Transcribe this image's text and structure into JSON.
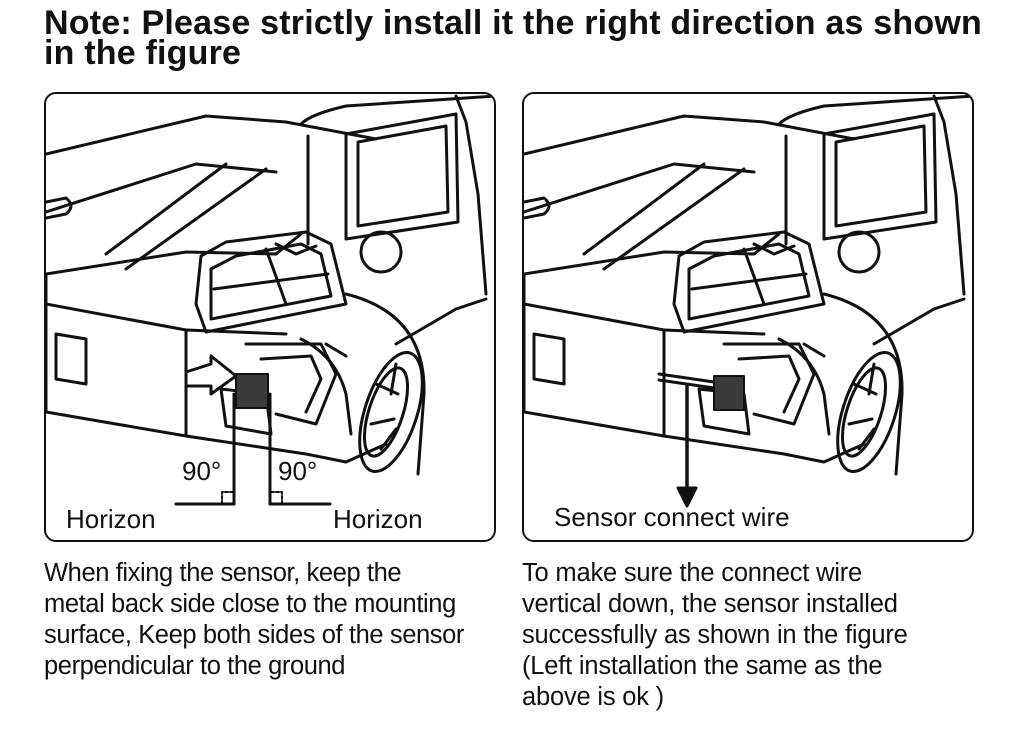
{
  "title": "Note: Please strictly install it the right direction as shown in the figure",
  "left_panel": {
    "angle_left": "90°",
    "angle_right": "90°",
    "horizon_left": "Horizon",
    "horizon_right": "Horizon",
    "caption": "When fixing the sensor, keep the\nmetal back side close to the mounting\nsurface, Keep both sides of the sensor\nperpendicular to the ground"
  },
  "right_panel": {
    "wire_label": "Sensor connect wire",
    "caption": "To make sure the connect wire\nvertical down, the sensor installed\nsuccessfully as shown in the figure\n(Left installation the same as the\n above is ok  )"
  },
  "colors": {
    "line": "#111111",
    "sensor": "#3a3a3a",
    "background": "#ffffff"
  }
}
